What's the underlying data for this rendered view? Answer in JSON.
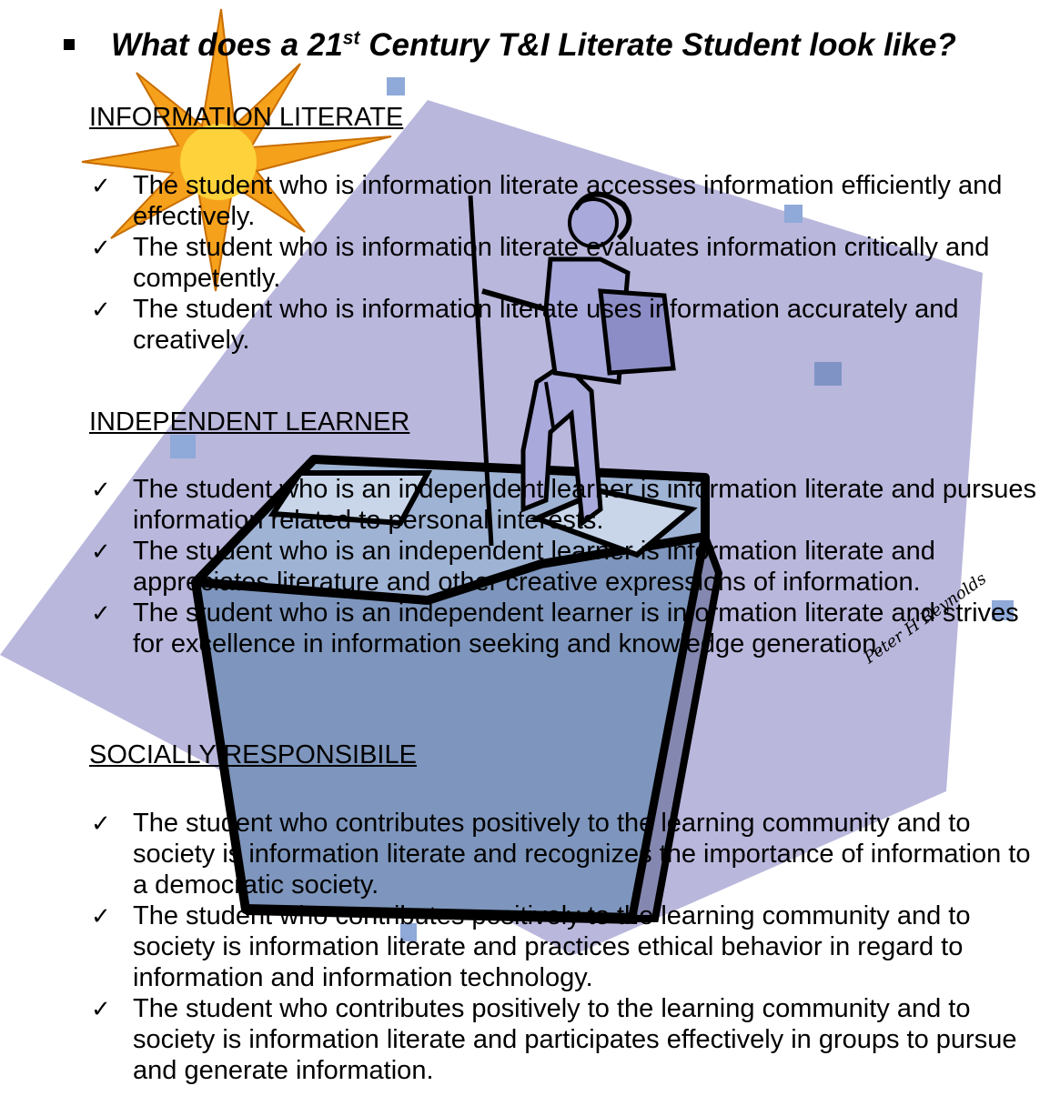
{
  "title": {
    "prefix": "What does a 21",
    "superscript": "st",
    "suffix": " Century T&I Literate Student look like?"
  },
  "check_icon": "check-mark-icon",
  "sections": [
    {
      "heading": "INFORMATION LITERATE",
      "items": [
        "The student who is information literate accesses information efficiently and effectively.",
        "The student who is information literate evaluates information critically and competently.",
        "The student who is information literate uses information accurately and creatively."
      ]
    },
    {
      "heading": "INDEPENDENT LEARNER",
      "items": [
        "The student who is an independent learner is information literate and pursues information related to personal interests.",
        "The student who is an independent learner is information literate and appreciates literature and other creative expressions of information.",
        "The student who is an independent learner is information literate and strives for excellence in information seeking and knowledge generation."
      ]
    },
    {
      "heading": "SOCIALLY RESPONSIBILE",
      "items": [
        "The student who contributes positively to the learning community and to society is information literate and recognizes the importance of information to a democratic society.",
        "The student who contributes positively to the learning community and to society is information literate and practices ethical behavior in regard to information and information technology.",
        "The student who contributes positively to the learning community and to society is information literate and participates effectively in groups to pursue and generate information."
      ]
    }
  ],
  "signature": "Peter H Reynolds"
}
